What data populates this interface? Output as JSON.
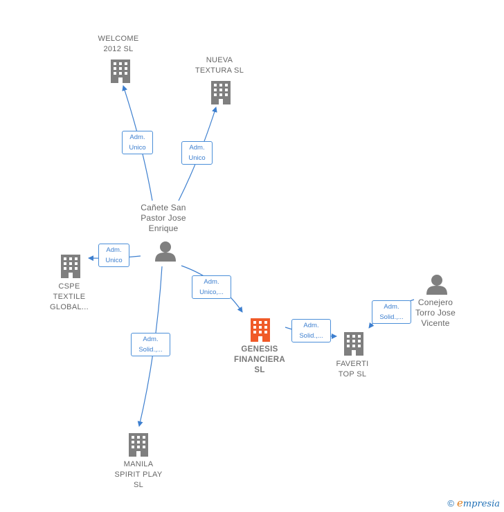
{
  "colors": {
    "edge": "#3d7fcf",
    "company": "#7f7f7f",
    "focus_company": "#f05a28",
    "person": "#7f7f7f"
  },
  "nodes": {
    "welcome": {
      "lines": [
        "WELCOME",
        "2012 SL"
      ],
      "icon": "building-icon"
    },
    "nueva": {
      "lines": [
        "NUEVA",
        "TEXTURA  SL"
      ],
      "icon": "building-icon"
    },
    "cspe": {
      "lines": [
        "CSPE",
        "TEXTILE",
        "GLOBAL..."
      ],
      "icon": "building-icon"
    },
    "genesis": {
      "lines": [
        "GENESIS",
        "FINANCIERA",
        "SL"
      ],
      "icon": "building-icon"
    },
    "faverti": {
      "lines": [
        "FAVERTI",
        "TOP  SL"
      ],
      "icon": "building-icon"
    },
    "manila": {
      "lines": [
        "MANILA",
        "SPIRIT PLAY",
        "SL"
      ],
      "icon": "building-icon"
    },
    "canete": {
      "lines": [
        "Cañete San",
        "Pastor Jose",
        "Enrique"
      ],
      "icon": "person-icon"
    },
    "conejero": {
      "lines": [
        "Conejero",
        "Torro Jose",
        "Vicente"
      ],
      "icon": "person-icon"
    }
  },
  "edges": {
    "e1": {
      "lines": [
        "Adm.",
        "Unico"
      ]
    },
    "e2": {
      "lines": [
        "Adm.",
        "Unico"
      ]
    },
    "e3": {
      "lines": [
        "Adm.",
        "Unico"
      ]
    },
    "e4": {
      "lines": [
        "Adm.",
        "Unico,..."
      ]
    },
    "e5": {
      "lines": [
        "Adm.",
        "Solid.,..."
      ]
    },
    "e6": {
      "lines": [
        "Adm.",
        "Solid.,..."
      ]
    },
    "e7": {
      "lines": [
        "Adm.",
        "Solid.,..."
      ]
    }
  },
  "brand": {
    "copyright": "©",
    "initial": "e",
    "rest": "mpresia"
  }
}
